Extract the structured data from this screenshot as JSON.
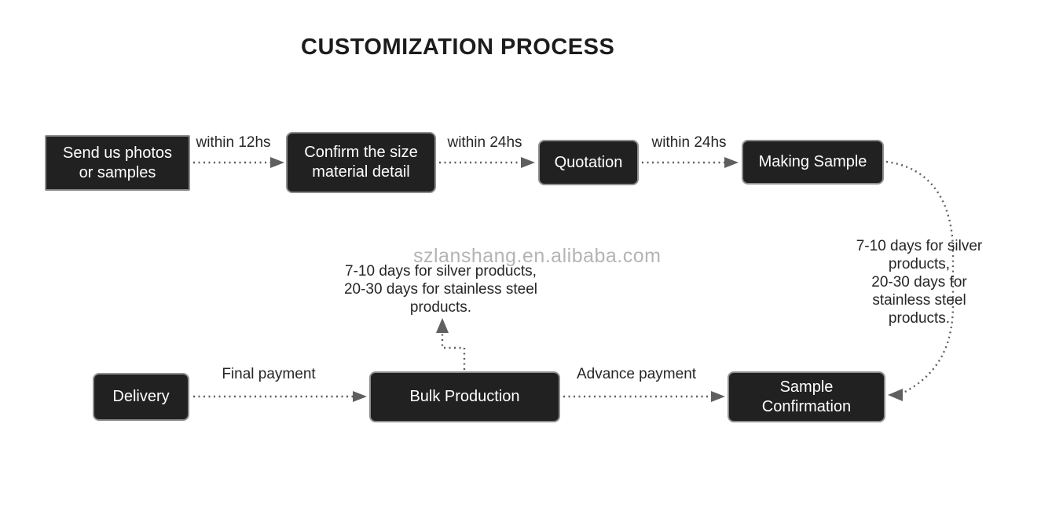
{
  "title": "CUSTOMIZATION PROCESS",
  "watermark": "szlanshang.en.alibaba.com",
  "nodes": {
    "send_us_photos": {
      "label": "Send us photos\nor samples"
    },
    "confirm_size": {
      "label": "Confirm the size\nmaterial detail"
    },
    "quotation": {
      "label": "Quotation"
    },
    "making_sample": {
      "label": "Making Sample"
    },
    "delivery": {
      "label": "Delivery"
    },
    "bulk_production": {
      "label": "Bulk Production"
    },
    "sample_confirmation": {
      "label": "Sample\nConfirmation"
    }
  },
  "edge_labels": {
    "send_to_confirm": "within 12hs",
    "confirm_to_quotation": "within 24hs",
    "quotation_to_making": "within 24hs",
    "delivery_to_bulk": "Final payment",
    "bulk_to_sample": "Advance payment"
  },
  "annotations": {
    "bulk_production_time": "7-10 days for silver products,\n20-30 days for stainless steel\nproducts.",
    "making_sample_time": "7-10 days for silver products,\n20-30 days for stainless steel\nproducts."
  },
  "colors": {
    "box_bg": "#212121",
    "box_border": "#8f8f8f",
    "arrow": "#5f5f5f",
    "text": "#262626",
    "title": "#1c1c1c",
    "watermark": "#b4b4b4"
  }
}
